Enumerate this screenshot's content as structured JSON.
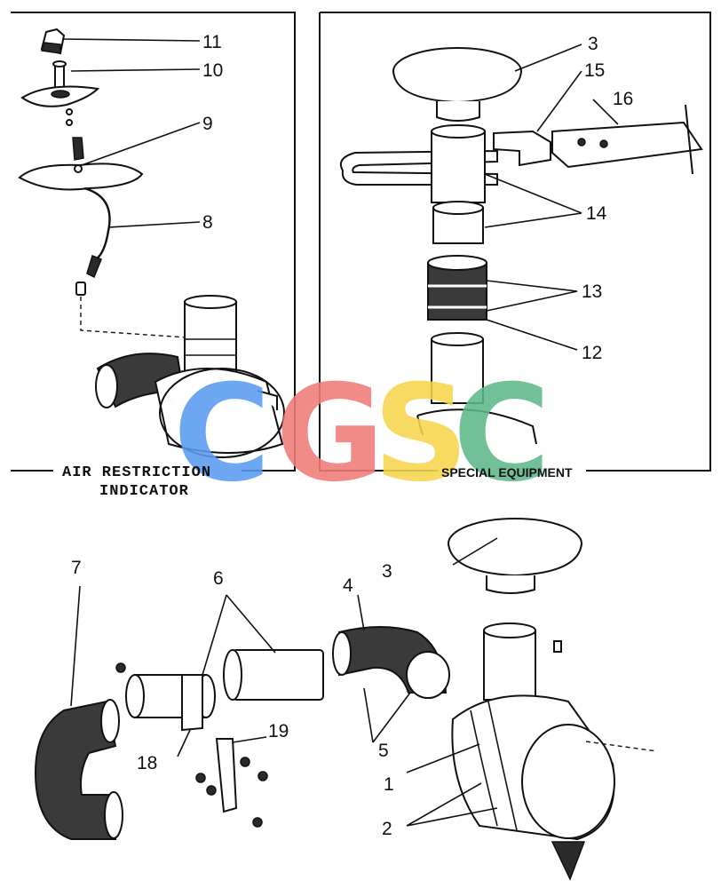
{
  "captions": {
    "left_line1": "AIR RESTRICTION",
    "left_line2": "INDICATOR",
    "right": "SPECIAL EQUIPMENT"
  },
  "watermark": {
    "letters": [
      "C",
      "G",
      "S",
      "C"
    ],
    "colors": [
      "#5b9bf0",
      "#f07c78",
      "#f6d54c",
      "#5fb88a"
    ]
  },
  "callouts": {
    "n11": "11",
    "n10": "10",
    "n9": "9",
    "n8": "8",
    "n3a": "3",
    "n15": "15",
    "n16": "16",
    "n14": "14",
    "n13": "13",
    "n12": "12",
    "n7": "7",
    "n6": "6",
    "n4": "4",
    "n3b": "3",
    "n19": "19",
    "n18": "18",
    "n5": "5",
    "n1": "1",
    "n2": "2"
  }
}
